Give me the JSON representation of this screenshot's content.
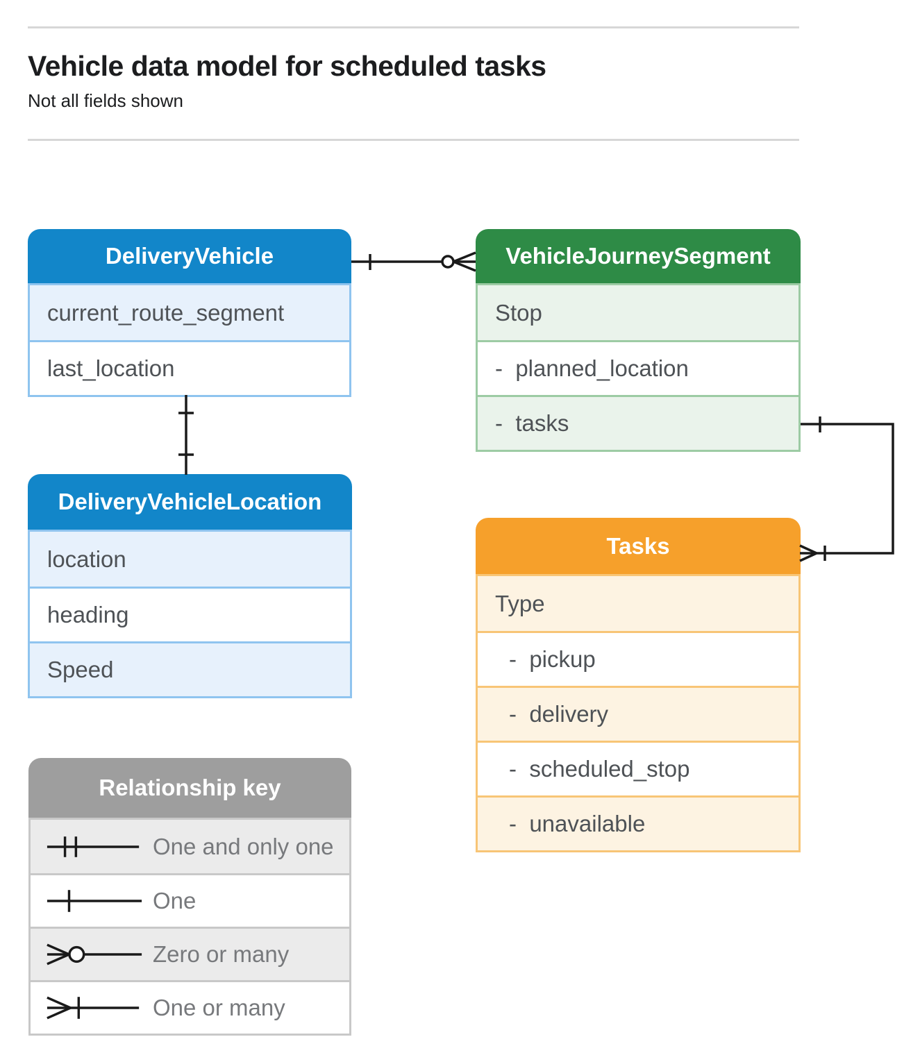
{
  "page": {
    "title": "Vehicle data model for scheduled tasks",
    "subtitle": "Not all fields shown"
  },
  "colors": {
    "blue_header": "#1286C9",
    "blue_border": "#8FC4EF",
    "blue_light": "#E7F1FC",
    "green_header": "#2E8B46",
    "green_border": "#9DCBA4",
    "green_light": "#EAF3EB",
    "orange_header": "#F6A02B",
    "orange_border": "#F8C576",
    "orange_light": "#FDF3E2",
    "gray_header": "#9E9E9E",
    "gray_border": "#C8C8C8",
    "gray_light": "#EBEBEB",
    "header_text": "#FFFFFF",
    "field_text": "#4E5256",
    "legend_text": "#77797C",
    "title_text": "#1C1D1F",
    "rule": "#D7D7D7",
    "connector": "#1A1A1A"
  },
  "entities": [
    {
      "title": "DeliveryVehicle",
      "rows": [
        {
          "label": "current_route_segment"
        },
        {
          "label": "last_location"
        }
      ]
    },
    {
      "title": "VehicleJourneySegment",
      "rows": [
        {
          "label": "Stop"
        },
        {
          "label": "-  planned_location"
        },
        {
          "label": "-  tasks"
        }
      ]
    },
    {
      "title": "DeliveryVehicleLocation",
      "rows": [
        {
          "label": "location"
        },
        {
          "label": "heading"
        },
        {
          "label": "Speed"
        }
      ]
    },
    {
      "title": "Tasks",
      "rows": [
        {
          "label": "Type"
        },
        {
          "label": "-  pickup"
        },
        {
          "label": "-  delivery"
        },
        {
          "label": "-  scheduled_stop"
        },
        {
          "label": "-  unavailable"
        }
      ]
    }
  ],
  "legend": {
    "title": "Relationship key",
    "items": [
      {
        "icon": "one-and-only-one",
        "label": "One and only one"
      },
      {
        "icon": "one",
        "label": "One"
      },
      {
        "icon": "zero-or-many",
        "label": "Zero or many"
      },
      {
        "icon": "one-or-many",
        "label": "One or many"
      }
    ]
  },
  "relationships": [
    {
      "from": "DeliveryVehicle",
      "to": "VehicleJourneySegment",
      "from_end": "one",
      "to_end": "zero-or-many"
    },
    {
      "from": "DeliveryVehicle",
      "to": "DeliveryVehicleLocation",
      "from_end": "one",
      "to_end": "one"
    },
    {
      "from": "VehicleJourneySegment.tasks",
      "to": "Tasks",
      "from_end": "one",
      "to_end": "one-or-many"
    }
  ]
}
